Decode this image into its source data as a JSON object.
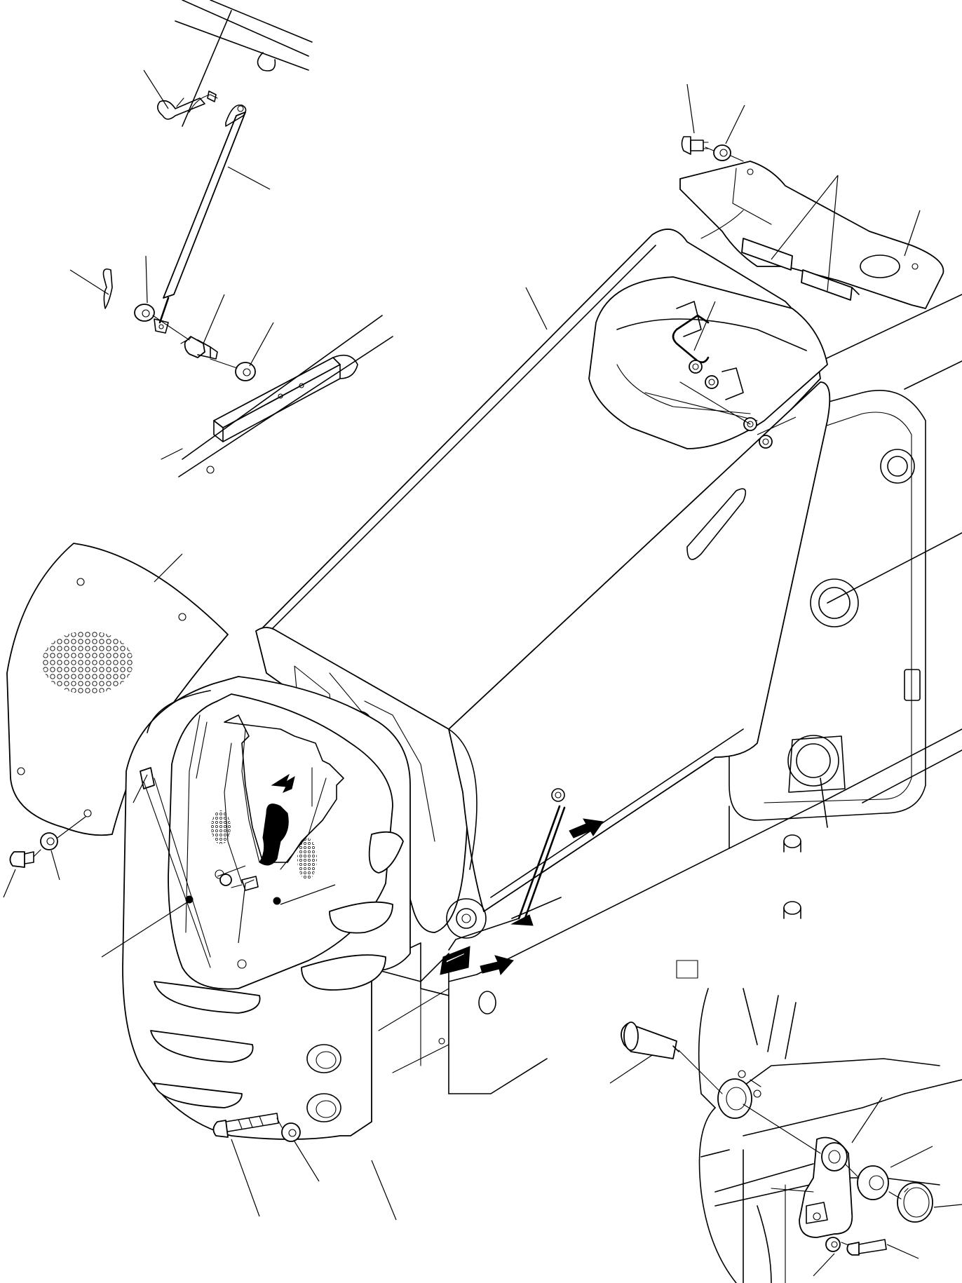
{
  "figure": {
    "type": "exploded-parts-drawing",
    "text_labels": [],
    "callout_count": 30,
    "arrow_markers": 4
  }
}
